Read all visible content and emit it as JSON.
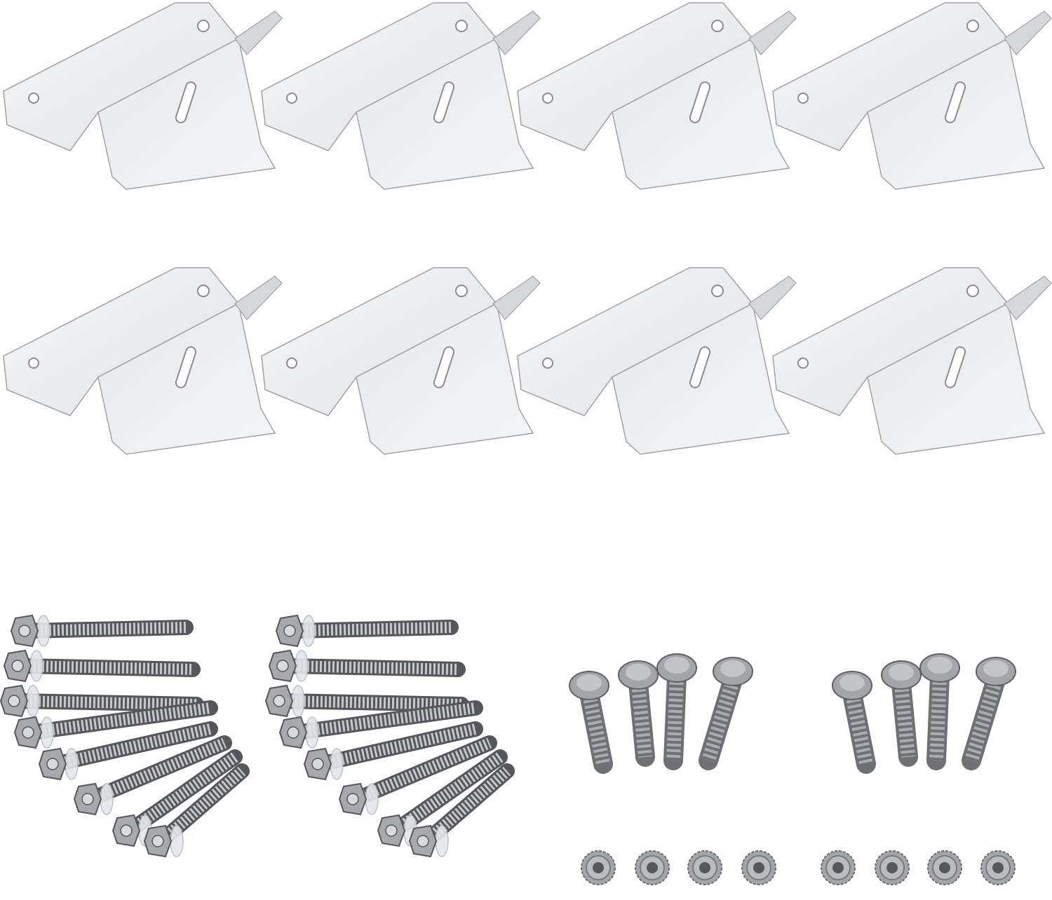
{
  "background": "#ffffff",
  "colors": {
    "bracket_light": "#eeeff1",
    "bracket_mid": "#d9dbde",
    "bracket_edge": "#9a9ca0",
    "screw_metal": "#a7a9ad",
    "screw_dark": "#55575b",
    "washer": "#e3e6ea",
    "bolt_metal": "#8e9094",
    "nut_metal": "#a3a5a8"
  },
  "items": [
    {
      "name": "z-bracket",
      "icon": "z-bracket-icon"
    },
    {
      "name": "self-drilling-screw",
      "icon": "screw-icon"
    },
    {
      "name": "hex-bolt",
      "icon": "bolt-icon"
    },
    {
      "name": "flange-nut",
      "icon": "nut-icon"
    }
  ]
}
